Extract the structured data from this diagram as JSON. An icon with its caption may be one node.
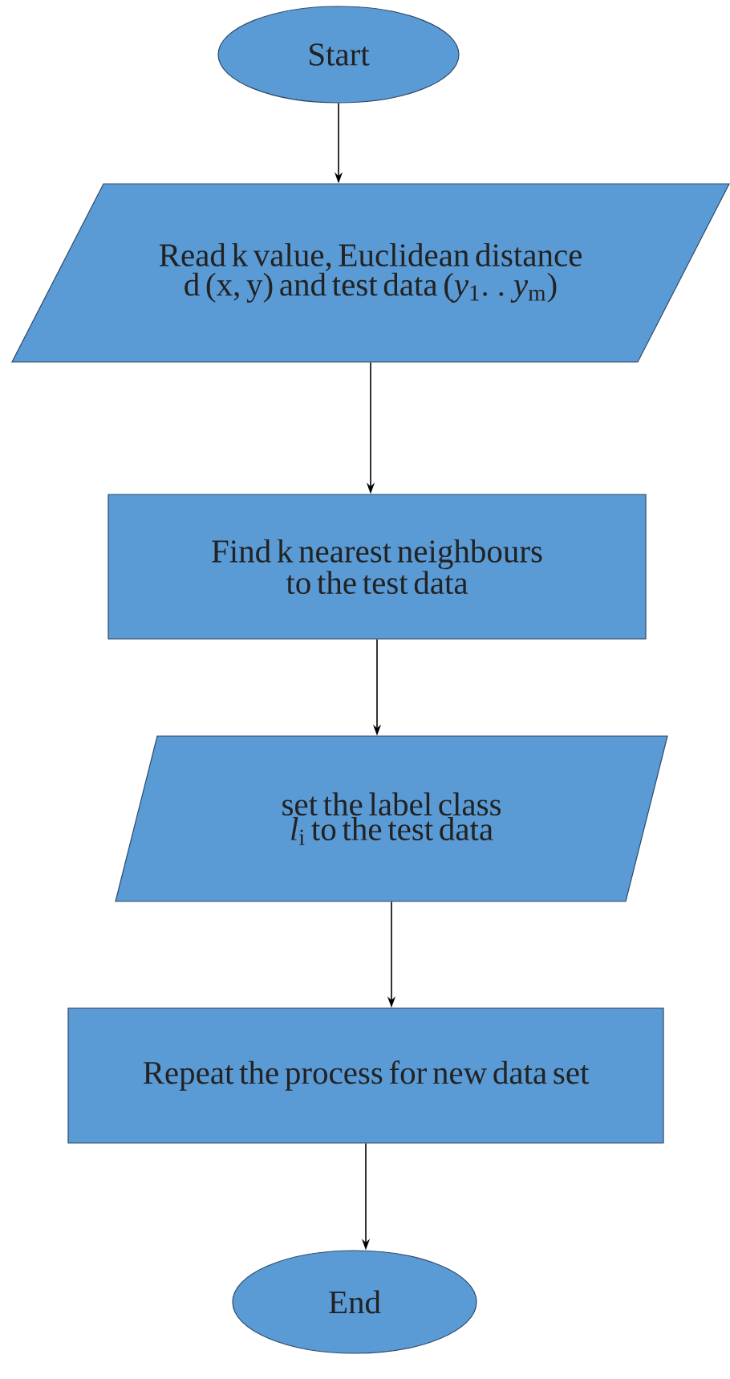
{
  "diagram": {
    "nodes": [
      {
        "text": [
          "Start"
        ]
      },
      {
        "text": [
          "Read k value, Euclidean distance d (x, y) and test data (*y*$_{1}$. . *y*$_{m}$)"
        ]
      },
      {
        "text": [
          "Find k nearest neighbours to the test data"
        ]
      },
      {
        "text": [
          "set the label class *l*$_{i}$ to the test data"
        ]
      },
      {
        "text": [
          "Repeat the process for new data set"
        ]
      },
      {
        "text": [
          "End"
        ]
      }
    ],
    "edges": [
      {
        "from": 0,
        "to": 1,
        "arrow": "to"
      },
      {
        "from": 1,
        "to": 2,
        "arrow": "to"
      },
      {
        "from": 2,
        "to": 3,
        "arrow": "to"
      },
      {
        "from": 3,
        "to": 4,
        "arrow": "to"
      },
      {
        "from": 4,
        "to": 5,
        "arrow": "to"
      }
    ]
  }
}
